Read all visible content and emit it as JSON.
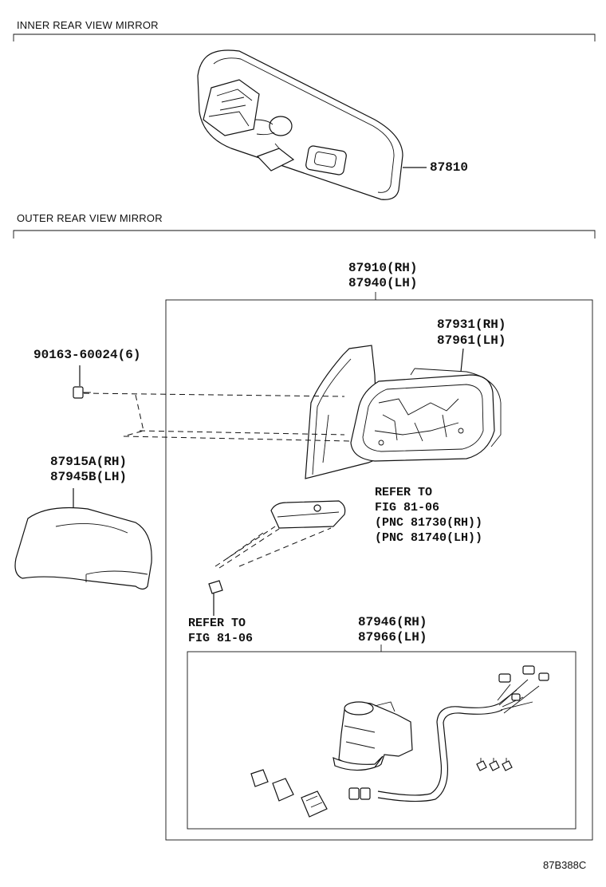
{
  "sections": {
    "inner_title": "INNER REAR VIEW MIRROR",
    "outer_title": "OUTER REAR VIEW MIRROR"
  },
  "parts": {
    "inner_mirror": "87810",
    "outer_mirror_rh": "87910(RH)",
    "outer_mirror_lh": "87940(LH)",
    "mirror_glass_rh": "87931(RH)",
    "mirror_glass_lh": "87961(LH)",
    "screw": "90163-60024(6)",
    "cover_rh": "87915A(RH)",
    "cover_lh": "87945B(LH)",
    "actuator_rh": "87946(RH)",
    "actuator_lh": "87966(LH)"
  },
  "references": {
    "turn_signal_line1": "REFER TO",
    "turn_signal_line2": "FIG 81-06",
    "turn_signal_line3": "(PNC 81730(RH))",
    "turn_signal_line4": "(PNC 81740(LH))",
    "bolt_line1": "REFER TO",
    "bolt_line2": "FIG 81-06"
  },
  "diagram_code": "87B388C"
}
